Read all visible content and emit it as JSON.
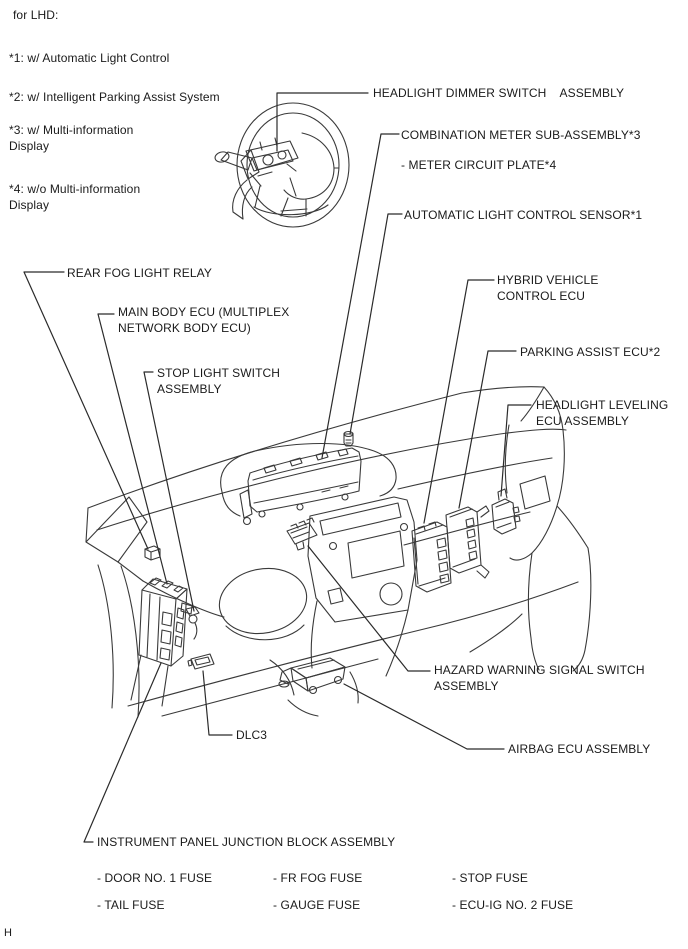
{
  "header": {
    "variant": "for LHD:"
  },
  "footnotes": {
    "n1": "*1: w/ Automatic Light Control",
    "n2": "*2: w/ Intelligent Parking Assist System",
    "n3": "*3: w/ Multi-information\nDisplay",
    "n4": "*4: w/o Multi-information\nDisplay"
  },
  "component_labels": {
    "headlight_dimmer_switch": "HEADLIGHT DIMMER SWITCH    ASSEMBLY",
    "combination_meter": "COMBINATION METER SUB-ASSEMBLY*3",
    "meter_circuit_plate": "- METER CIRCUIT PLATE*4",
    "automatic_light_control_sensor": "AUTOMATIC LIGHT CONTROL SENSOR*1",
    "rear_fog_light_relay": "REAR FOG LIGHT RELAY",
    "main_body_ecu": "MAIN BODY ECU (MULTIPLEX\nNETWORK BODY ECU)",
    "stop_light_switch": "STOP LIGHT SWITCH\nASSEMBLY",
    "hybrid_vehicle_control_ecu": "HYBRID VEHICLE\nCONTROL ECU",
    "parking_assist_ecu": "PARKING ASSIST ECU*2",
    "headlight_leveling_ecu": "HEADLIGHT LEVELING\nECU ASSEMBLY",
    "hazard_warning_signal_switch": "HAZARD WARNING SIGNAL SWITCH\nASSEMBLY",
    "dlc3": "DLC3",
    "airbag_ecu": "AIRBAG ECU ASSEMBLY",
    "instrument_panel_junction_block": "INSTRUMENT PANEL JUNCTION BLOCK ASSEMBLY"
  },
  "junction_block_fuses": [
    "- DOOR NO. 1 FUSE",
    "- FR FOG FUSE",
    "- STOP FUSE",
    "- TAIL FUSE",
    "- GAUGE FUSE",
    "- ECU-IG NO. 2 FUSE"
  ],
  "page_marker": "H",
  "colors": {
    "ink": "#1a1a1a",
    "line_art": "#3a3a3a",
    "background": "#ffffff"
  }
}
